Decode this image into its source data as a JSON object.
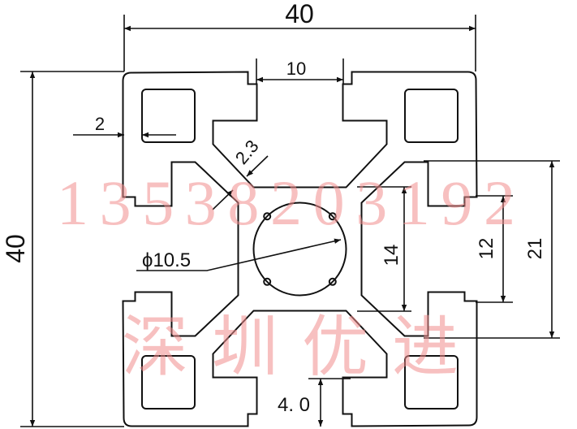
{
  "drawing": {
    "title": "40x40 aluminum profile cross-section",
    "dimensions": {
      "overall_width": "40",
      "overall_height": "40",
      "slot_opening": "10",
      "lip_thickness": "2",
      "web_thickness": "2.3",
      "center_bore": "ϕ10.5",
      "core_width": "14",
      "slot_inner": "12",
      "slot_depth_outer": "21",
      "slot_lip_depth": "4. 0"
    },
    "watermark": {
      "company": "深圳优进",
      "phone": "13538203192"
    },
    "colors": {
      "line": "#111111",
      "watermark": "#f08c8c"
    }
  }
}
